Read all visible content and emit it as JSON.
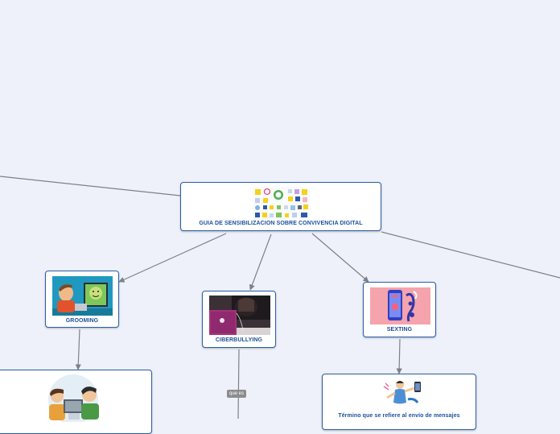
{
  "map": {
    "root": {
      "label": "GUIA DE SENSIBILIZACION SOBRE CONVIVENCIA DIGITAL",
      "icon": "social-apps-collage-icon"
    },
    "topics": [
      {
        "label": "GROOMING",
        "icon": "video-chat-illustration"
      },
      {
        "label": "CIBERBULLYING",
        "icon": "laptop-photo"
      },
      {
        "label": "SEXTING",
        "icon": "phone-sexting-illustration"
      }
    ],
    "subtopics": {
      "sexting_definition": "Término que se refiere al envío de mensajes"
    },
    "relations": {
      "que_es": "que es"
    },
    "colors": {
      "background": "#eef1f9",
      "node_border": "#2b5ea8",
      "node_text": "#1d4f9a",
      "connector": "#7d8187",
      "tag_background": "#8c8c8c"
    }
  }
}
